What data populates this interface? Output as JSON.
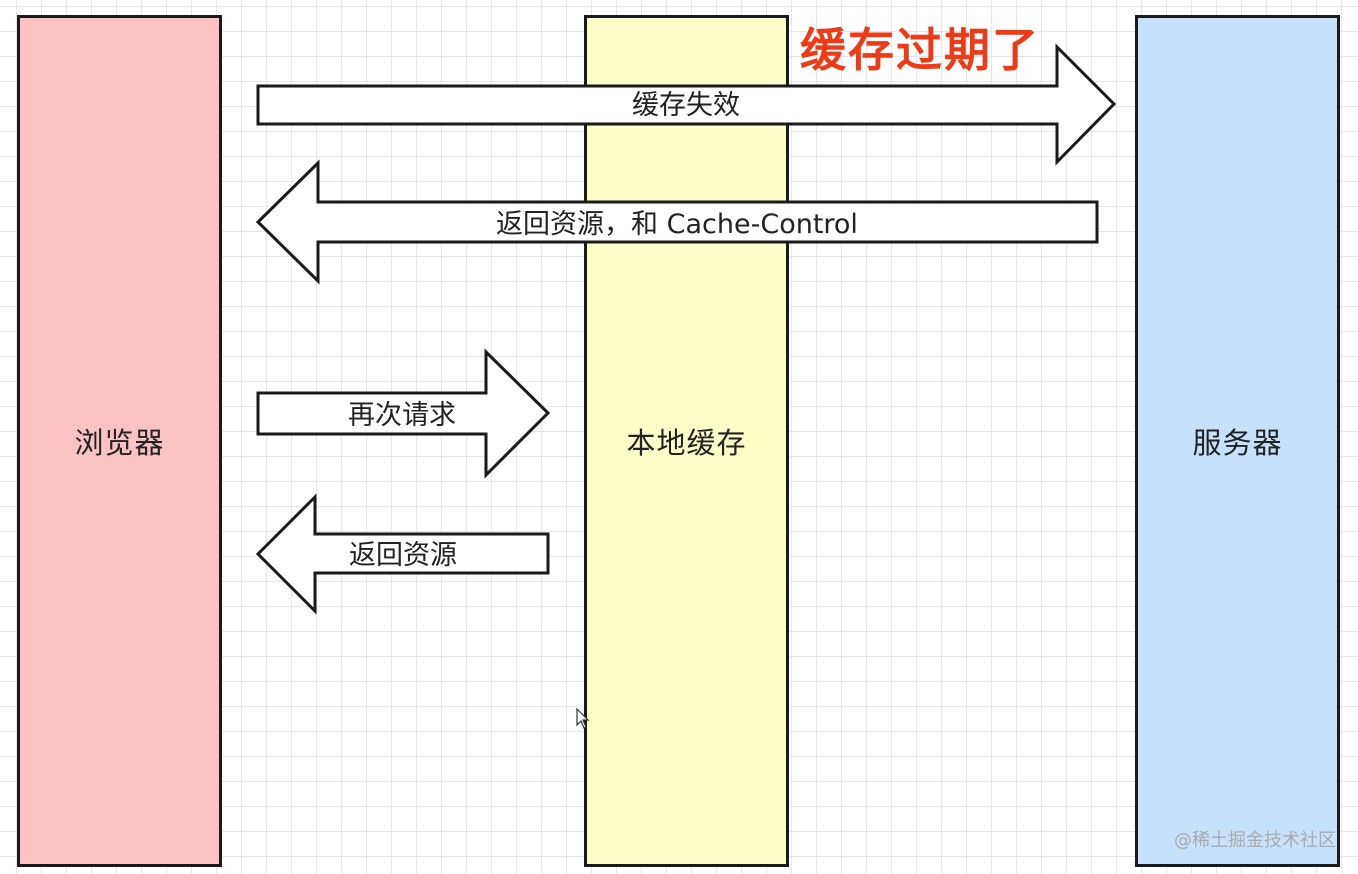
{
  "lanes": {
    "browser": "浏览器",
    "cache": "本地缓存",
    "server": "服务器"
  },
  "annotation": "缓存过期了",
  "arrows": {
    "cache_invalid": "缓存失效",
    "return_with_cache_control": "返回资源，和 Cache-Control",
    "request_again": "再次请求",
    "return_resource": "返回资源"
  },
  "watermark": "@稀土掘金技术社区",
  "colors": {
    "browser": "#fbc2c4",
    "cache": "#feffc8",
    "server": "#c8e1fb",
    "annotation": "#ee3b17",
    "border": "#1a1a1a"
  },
  "icons": {
    "cursor": "mouse-pointer-icon"
  }
}
